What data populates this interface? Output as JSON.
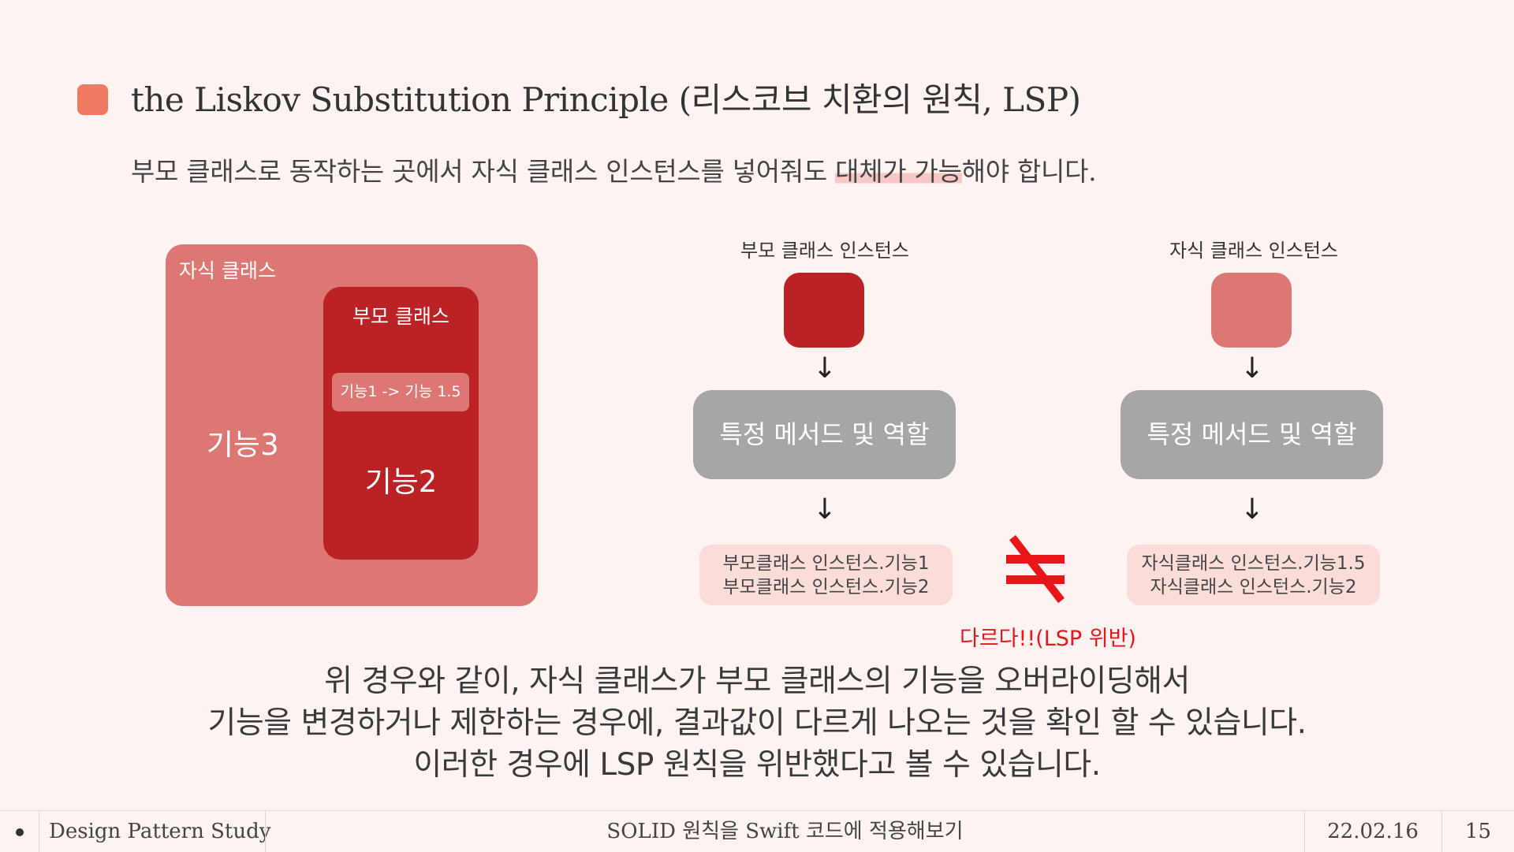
{
  "heading": {
    "title": "the Liskov Substitution Principle (리스코브 치환의 원칙, LSP)",
    "description_before": "부모 클래스로 동작하는 곳에서 자식 클래스 인스턴스를 넣어줘도 ",
    "description_highlight": "대체가 가능",
    "description_after": "해야 합니다.",
    "accent_color": "#ef7a62"
  },
  "class_diagram": {
    "child_label": "자식 클래스",
    "child_feature": "기능3",
    "parent_label": "부모 클래스",
    "override_label": "기능1 -> 기능 1.5",
    "parent_feature": "기능2",
    "child_color": "#dd7774",
    "parent_color": "#bb2226"
  },
  "flow": {
    "parent": {
      "label": "부모 클래스 인스턴스",
      "method": "특정 메서드 및 역할",
      "result_line1": "부모클래스 인스턴스.기능1",
      "result_line2": "부모클래스 인스턴스.기능2",
      "color": "#bb2226"
    },
    "child": {
      "label": "자식 클래스 인스턴스",
      "method": "특정 메서드 및 역할",
      "result_line1": "자식클래스 인스턴스.기능1.5",
      "result_line2": "자식클래스 인스턴스.기능2",
      "color": "#dd7774"
    },
    "arrow_glyph": "↓",
    "violation_text": "다르다!!(LSP 위반)",
    "violation_color": "#e8161b"
  },
  "conclusion": {
    "line1": "위 경우와 같이, 자식 클래스가 부모 클래스의 기능을 오버라이딩해서",
    "line2": "기능을 변경하거나 제한하는 경우에, 결과값이 다르게 나오는 것을 확인 할 수 있습니다.",
    "line3": "이러한 경우에 LSP 원칙을 위반했다고 볼 수 있습니다."
  },
  "footer": {
    "study_name": "Design Pattern Study",
    "topic": "SOLID 원칙을 Swift 코드에 적용해보기",
    "date": "22.02.16",
    "page_number": "15"
  }
}
